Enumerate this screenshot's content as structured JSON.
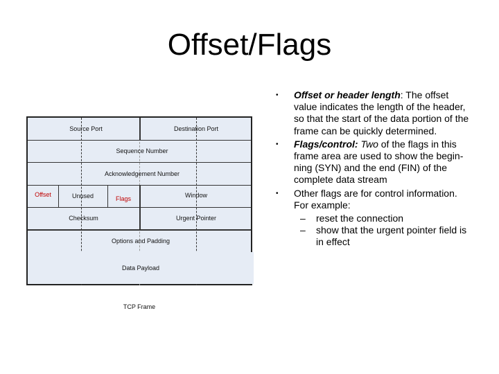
{
  "title": "Offset/Flags",
  "diagram": {
    "caption": "TCP Frame",
    "fields": {
      "source_port": "Source Port",
      "destination_port": "Destination Port",
      "sequence_number": "Sequence Number",
      "acknowledgement_number": "Acknowledgement Number",
      "offset": "Offset",
      "unused": "Unused",
      "flags": "Flags",
      "window": "Window",
      "checksum": "Checksum",
      "urgent_pointer": "Urgent Pointer",
      "options_padding": "Options and Padding",
      "data_payload": "Data Payload"
    },
    "highlight_color": "#c00000"
  },
  "bullets": [
    {
      "lead": "Offset or header length",
      "rest": ": The offset value indicates the length of the header, so that the start of the data portion of the frame can be quickly determined."
    },
    {
      "lead": "Flags/control:",
      "em": " Two",
      "rest": " of the flags in this frame area are used to show the begin-ning (SYN) and the end (FIN) of the complete data stream"
    },
    {
      "text": "Other flags are for control information. For example:",
      "sub": [
        "reset the connection",
        "show that the urgent pointer field is in effect"
      ]
    }
  ],
  "bullet_symbol": "•",
  "sub_symbol": "–"
}
